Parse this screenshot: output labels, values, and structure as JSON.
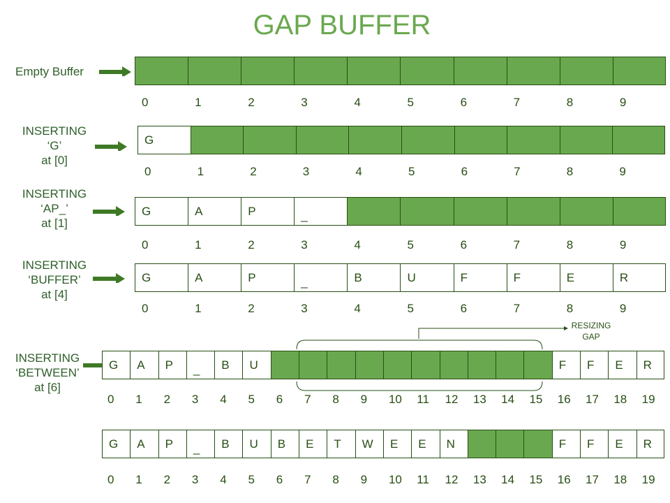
{
  "title": "GAP BUFFER",
  "colors": {
    "gap": "#6aa84f",
    "border": "#274e13",
    "text": "#274e13"
  },
  "rows": [
    {
      "label": [
        "Empty Buffer"
      ],
      "cells": [
        "",
        "",
        "",
        "",
        "",
        "",
        "",
        "",
        "",
        ""
      ],
      "gap": [
        0,
        1,
        2,
        3,
        4,
        5,
        6,
        7,
        8,
        9
      ],
      "indices": [
        "0",
        "1",
        "2",
        "3",
        "4",
        "5",
        "6",
        "7",
        "8",
        "9"
      ]
    },
    {
      "label": [
        "INSERTING",
        "‘G’",
        "at  [0]"
      ],
      "cells": [
        "G",
        "",
        "",
        "",
        "",
        "",
        "",
        "",
        "",
        ""
      ],
      "gap": [
        1,
        2,
        3,
        4,
        5,
        6,
        7,
        8,
        9
      ],
      "indices": [
        "0",
        "1",
        "2",
        "3",
        "4",
        "5",
        "6",
        "7",
        "8",
        "9"
      ]
    },
    {
      "label": [
        "INSERTING",
        "‘AP_’",
        "at  [1]"
      ],
      "cells": [
        "G",
        "A",
        "P",
        "_",
        "",
        "",
        "",
        "",
        "",
        ""
      ],
      "gap": [
        4,
        5,
        6,
        7,
        8,
        9
      ],
      "indices": [
        "0",
        "1",
        "2",
        "3",
        "4",
        "5",
        "6",
        "7",
        "8",
        "9"
      ]
    },
    {
      "label": [
        "INSERTING",
        "‘BUFFER’",
        "at  [4]"
      ],
      "cells": [
        "G",
        "A",
        "P",
        "_",
        "B",
        "U",
        "F",
        "F",
        "E",
        "R"
      ],
      "gap": [],
      "indices": [
        "0",
        "1",
        "2",
        "3",
        "4",
        "5",
        "6",
        "7",
        "8",
        "9"
      ]
    },
    {
      "label": [
        "INSERTING",
        "‘BETWEEN’",
        "at  [6]"
      ],
      "cells": [
        "G",
        "A",
        "P",
        "_",
        "B",
        "U",
        "",
        "",
        "",
        "",
        "",
        "",
        "",
        "",
        "",
        "",
        "F",
        "F",
        "E",
        "R"
      ],
      "gap": [
        6,
        7,
        8,
        9,
        10,
        11,
        12,
        13,
        14,
        15
      ],
      "indices": [
        "0",
        "1",
        "2",
        "3",
        "4",
        "5",
        "6",
        "7",
        "8",
        "9",
        "10",
        "11",
        "12",
        "13",
        "14",
        "15",
        "16",
        "17",
        "18",
        "19"
      ]
    },
    {
      "label": [],
      "cells": [
        "G",
        "A",
        "P",
        "_",
        "B",
        "U",
        "B",
        "E",
        "T",
        "W",
        "E",
        "E",
        "N",
        "",
        "",
        "",
        "F",
        "F",
        "E",
        "R"
      ],
      "gap": [
        13,
        14,
        15
      ],
      "indices": [
        "0",
        "1",
        "2",
        "3",
        "4",
        "5",
        "6",
        "7",
        "8",
        "9",
        "10",
        "11",
        "12",
        "13",
        "14",
        "15",
        "16",
        "17",
        "18",
        "19"
      ]
    }
  ],
  "resize_note": [
    "RESIZING",
    "GAP"
  ]
}
